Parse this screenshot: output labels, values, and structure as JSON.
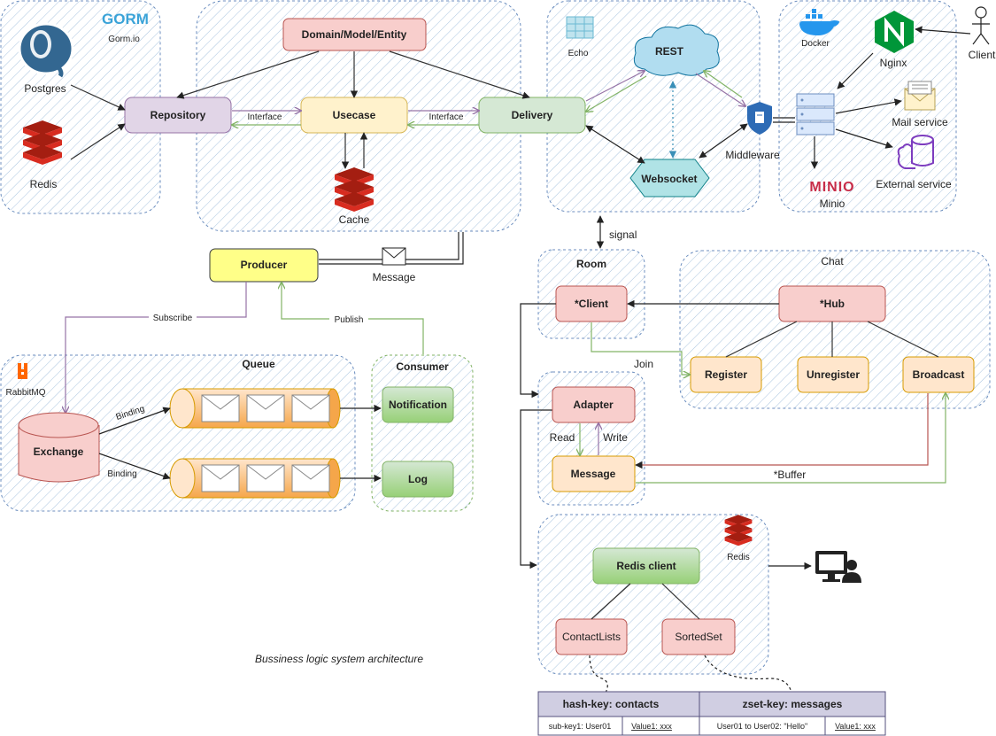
{
  "caption": "Bussiness logic system architecture",
  "groups": {
    "chat": "Chat",
    "room": "Room",
    "queue": "Queue",
    "consumer": "Consumer"
  },
  "nodes": {
    "domain": "Domain/Model/Entity",
    "repository": "Repository",
    "usecase": "Usecase",
    "delivery": "Delivery",
    "rest": "REST",
    "websocket": "Websocket",
    "producer": "Producer",
    "client": "*Client",
    "hub": "*Hub",
    "register": "Register",
    "unregister": "Unregister",
    "broadcast": "Broadcast",
    "adapter": "Adapter",
    "message": "Message",
    "notification": "Notification",
    "log": "Log",
    "exchange": "Exchange",
    "redis_client": "Redis client",
    "contactlists": "ContactLists",
    "sortedset": "SortedSet"
  },
  "logos": {
    "gorm": "GORM",
    "gorm_sub": "Gorm.io",
    "postgres": "Postgres",
    "redis": "Redis",
    "cache": "Cache",
    "echo": "Echo",
    "docker": "Docker",
    "nginx": "Nginx",
    "client": "Client",
    "middleware": "Middleware",
    "mail": "Mail service",
    "external": "External service",
    "minio": "Minio",
    "minio_logo": "MINIO",
    "rabbitmq": "RabbitMQ",
    "redis_room": "Redis"
  },
  "edges": {
    "interface1": "Interface",
    "interface2": "Interface",
    "message": "Message",
    "signal": "signal",
    "subscribe": "Subscribe",
    "publish": "Publish",
    "binding1": "Binding",
    "binding2": "Binding",
    "join": "Join",
    "read": "Read",
    "write": "Write",
    "buffer": "*Buffer"
  },
  "tables": {
    "hash_title": "hash-key: contacts",
    "hash_left": "sub-key1: User01",
    "hash_right": "Value1: xxx",
    "zset_title": "zset-key: messages",
    "zset_left": "User01 to User02: \"Hello\"",
    "zset_right": "Value1: xxx"
  },
  "colors": {
    "green_arrow": "#82b366",
    "purple_arrow": "#9673a6",
    "group_border": "#6c8ebf",
    "consumer_border": "#82b366",
    "red_box": "#f8cecc",
    "purple_box": "#e1d5e7",
    "yellow_box": "#fff2cc",
    "green_box": "#d5e8d4",
    "orange_box": "#ffe6cc",
    "redis_red": "#d82c20"
  }
}
